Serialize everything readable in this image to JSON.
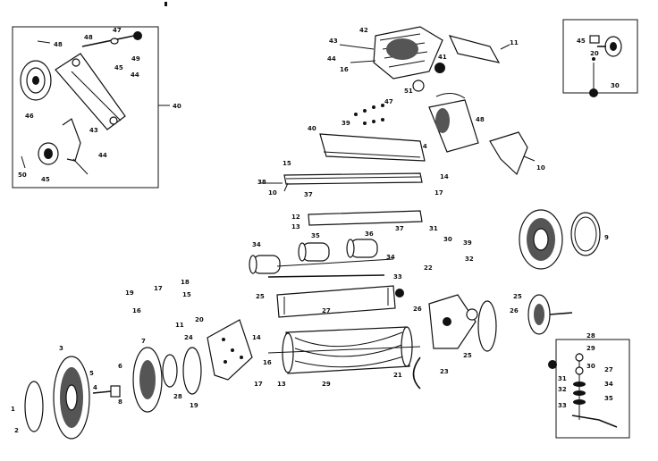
{
  "labels": {
    "inset_tl": [
      "48",
      "48",
      "47",
      "45",
      "49",
      "44",
      "46",
      "43",
      "44",
      "50",
      "45",
      "40"
    ],
    "inset_tr": [
      "45",
      "20",
      "30"
    ],
    "top": [
      "43",
      "44",
      "42",
      "11",
      "16",
      "51",
      "41",
      "47",
      "48",
      "14",
      "39"
    ],
    "middle": [
      "40",
      "15",
      "38",
      "10",
      "37",
      "12",
      "13",
      "14",
      "17",
      "34",
      "35",
      "37",
      "36",
      "34",
      "31",
      "30",
      "39",
      "32",
      "22",
      "33",
      "27"
    ],
    "left": [
      "19",
      "17",
      "18",
      "15",
      "16",
      "11",
      "20",
      "24",
      "25",
      "14",
      "16",
      "17",
      "13"
    ],
    "bottom": [
      "1",
      "2",
      "3",
      "5",
      "4",
      "6",
      "8",
      "7",
      "28",
      "19",
      "29",
      "21",
      "23",
      "26",
      "25"
    ],
    "right": [
      "25",
      "26",
      "9",
      "10",
      "27",
      "28",
      "29",
      "30",
      "31",
      "32",
      "33",
      "34",
      "35"
    ]
  }
}
